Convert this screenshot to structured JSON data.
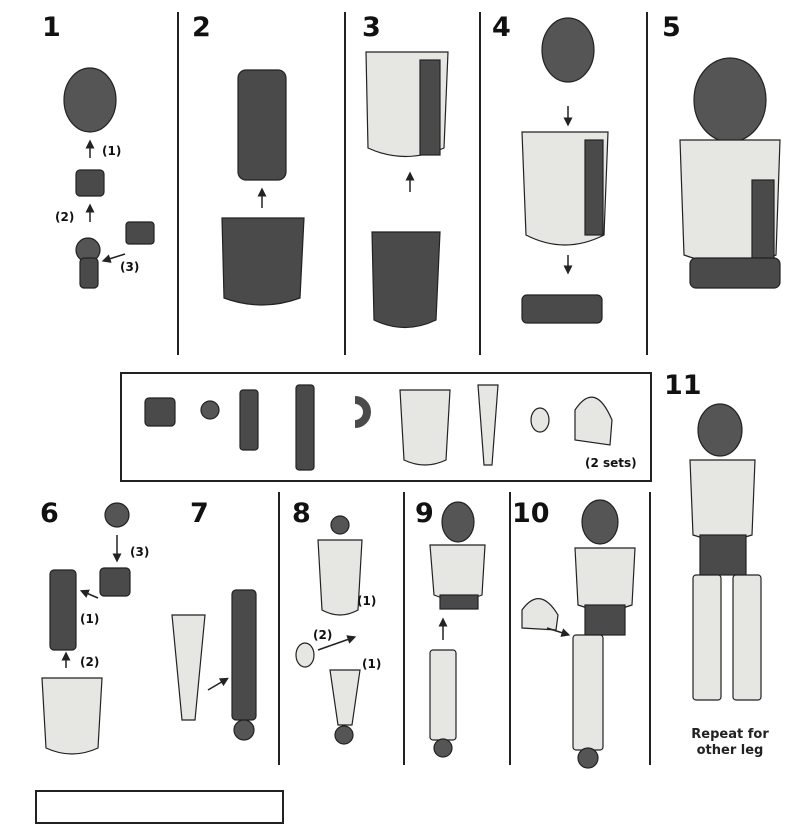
{
  "steps": [
    "1",
    "2",
    "3",
    "4",
    "5",
    "6",
    "7",
    "8",
    "9",
    "10",
    "11"
  ],
  "callouts": {
    "step1": [
      "(1)",
      "(2)",
      "(3)"
    ],
    "step6": [
      "(3)",
      "(1)",
      "(2)"
    ],
    "step8": [
      "(1)",
      "(2)",
      "(1)"
    ]
  },
  "parts_box": {
    "note": "(2 sets)"
  },
  "repeat_note": [
    "Repeat for",
    "other leg"
  ],
  "colors": {
    "dark_part": "#4a4a4a",
    "light_part": "#e6e6e3",
    "line": "#222222"
  }
}
